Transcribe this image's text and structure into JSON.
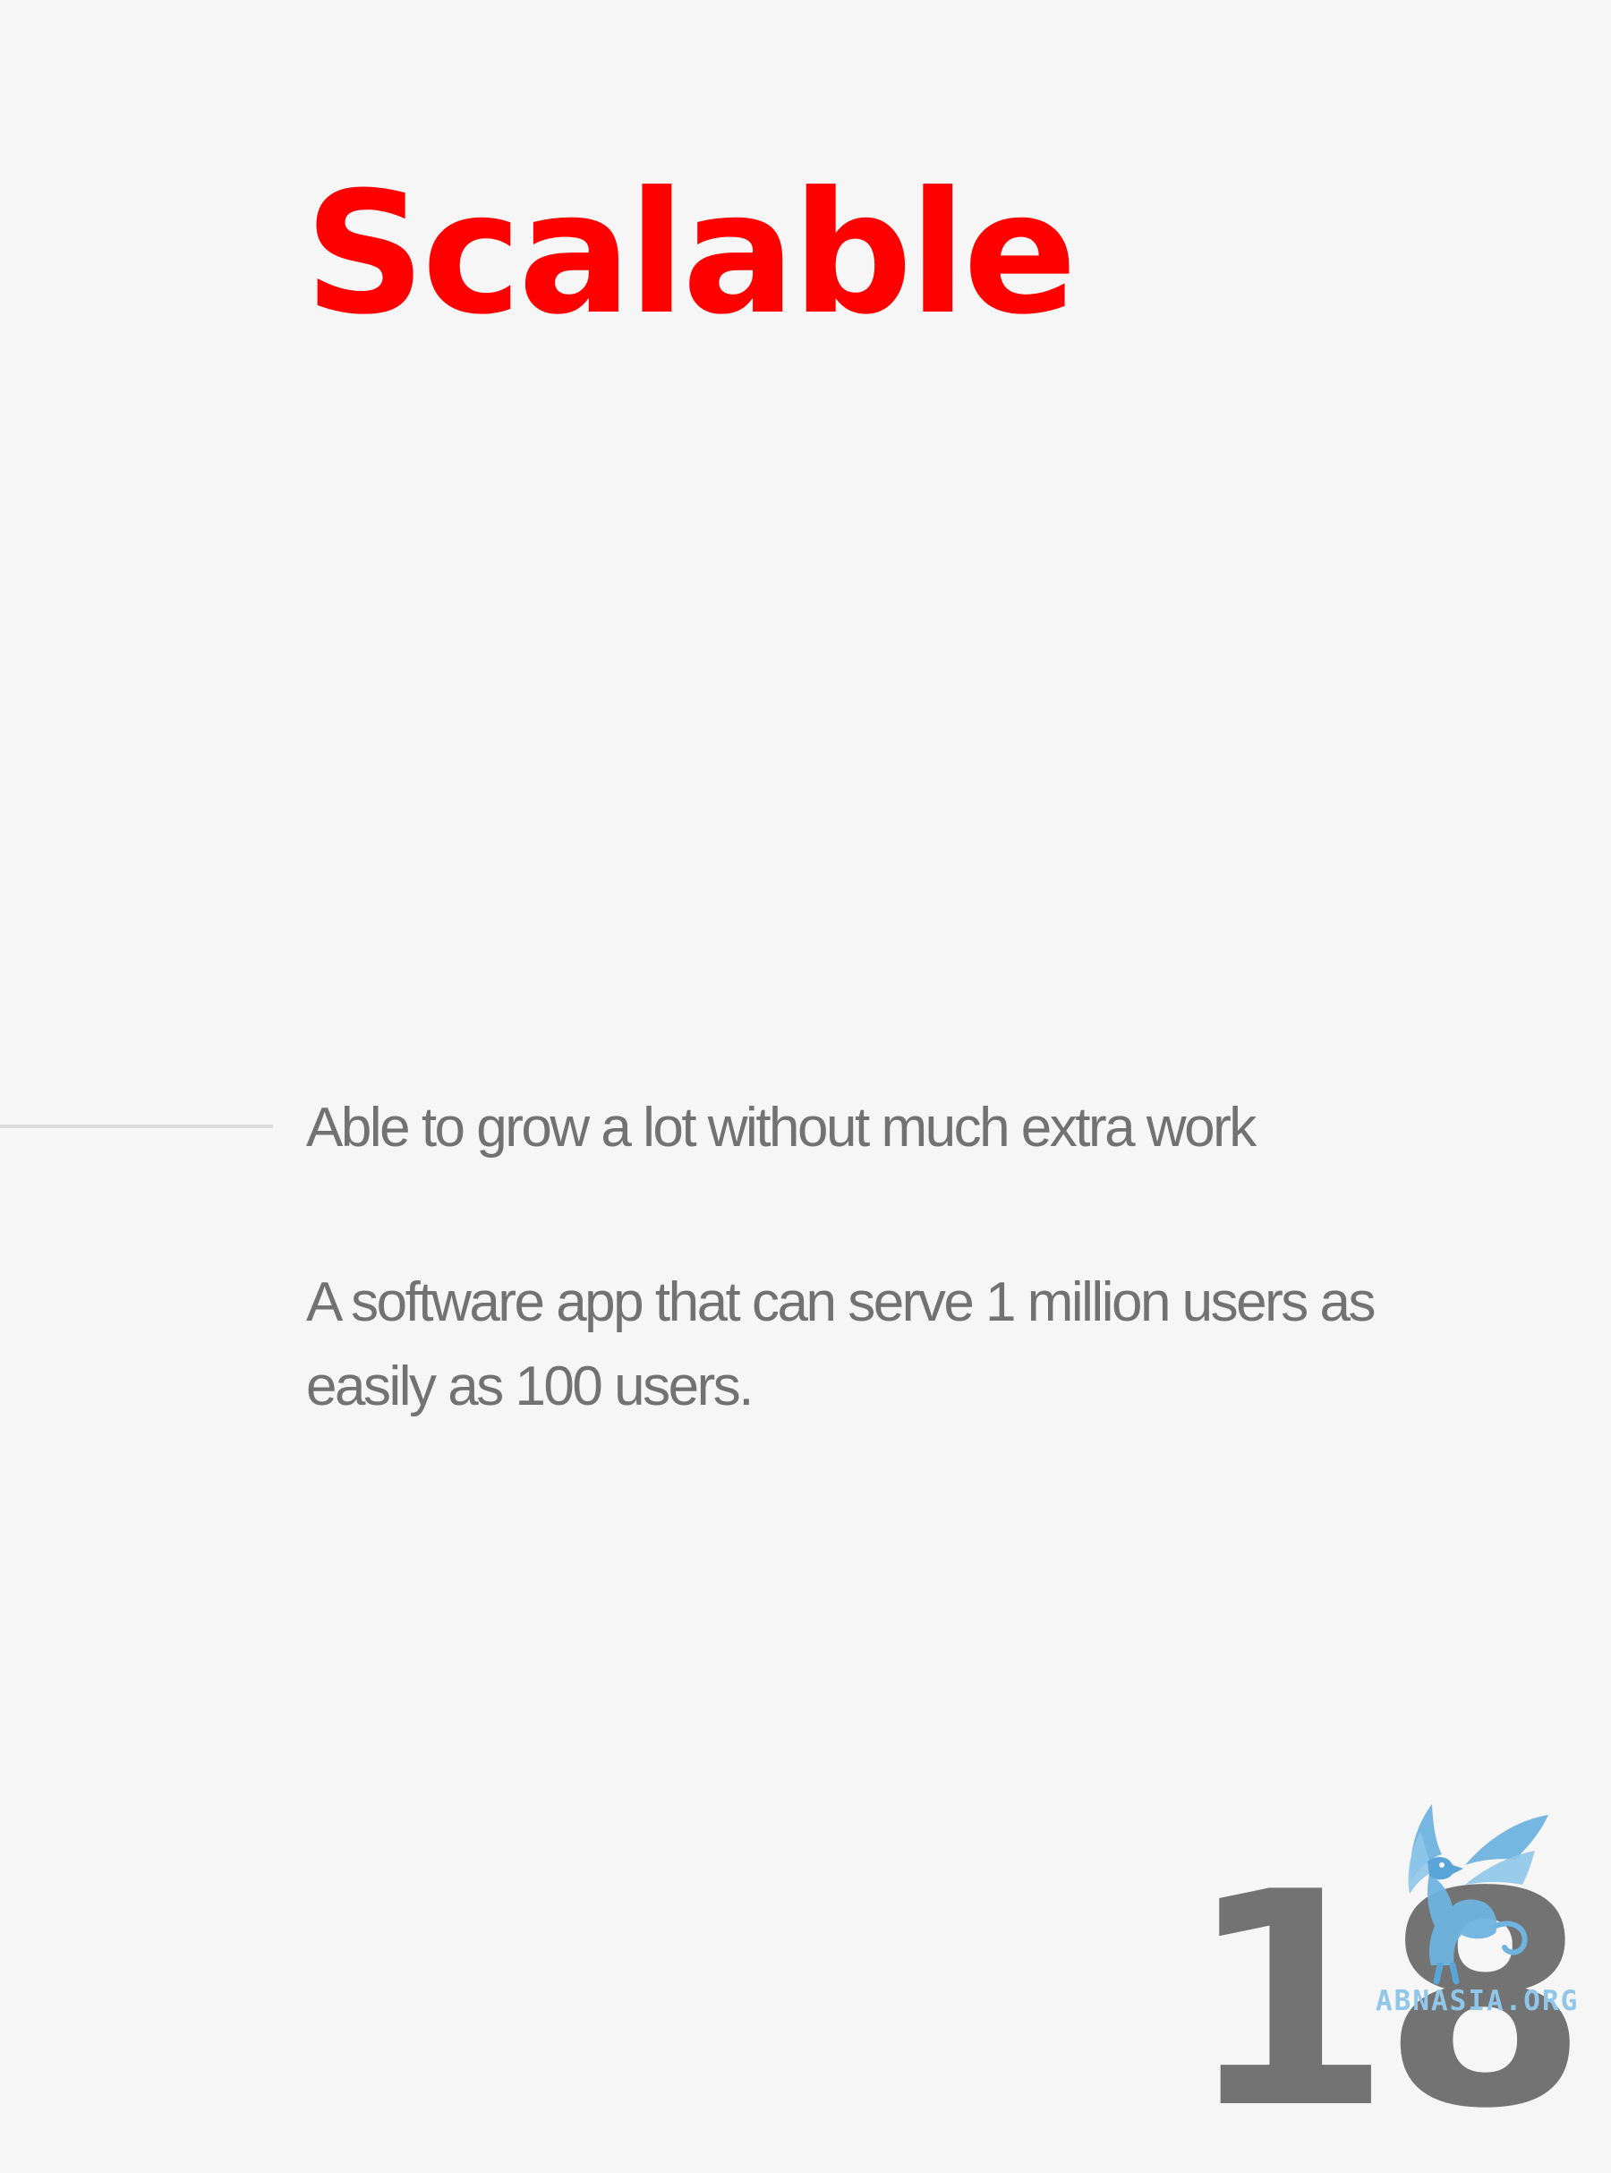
{
  "slide": {
    "title": "Scalable",
    "definition": "Able to grow a lot without much extra work",
    "example": "A software app that can serve 1 million users as easily as 100 users.",
    "page_number": "18"
  },
  "watermark": {
    "icon": "griffin-icon",
    "text": "ABNASIA.ORG"
  },
  "colors": {
    "background": "#f6f6f6",
    "title": "#ff0000",
    "body_text": "#727272",
    "divider": "#dcdcdc",
    "page_number": "#737373",
    "logo": "#6fb3e0"
  }
}
